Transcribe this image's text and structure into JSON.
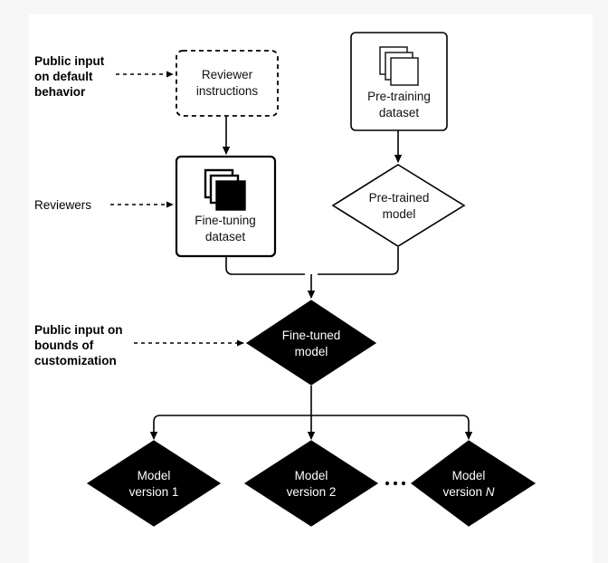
{
  "figure": {
    "title": "Model customization pipeline flow diagram",
    "background_color": "#f7f7f7",
    "canvas_color": "#ffffff",
    "ink_color": "#000000"
  },
  "side_labels": [
    {
      "name": "public-input-default-behavior",
      "lines": [
        "Public input",
        "on default",
        "behavior"
      ],
      "bold": true
    },
    {
      "name": "reviewers",
      "lines": [
        "Reviewers"
      ],
      "bold": false
    },
    {
      "name": "public-input-bounds-customization",
      "lines": [
        "Public input on",
        "bounds of",
        "customization"
      ],
      "bold": true
    }
  ],
  "nodes": {
    "reviewer_instructions": {
      "lines": [
        "Reviewer",
        "instructions"
      ],
      "shape": "rounded-rect-dashed",
      "fill": "#ffffff",
      "text_color": "#111111"
    },
    "pre_training_dataset": {
      "lines": [
        "Pre-training",
        "dataset"
      ],
      "shape": "rounded-rect",
      "fill": "#ffffff",
      "text_color": "#111111",
      "icon": "stacked-sheets-outline-icon"
    },
    "fine_tuning_dataset": {
      "lines": [
        "Fine-tuning",
        "dataset"
      ],
      "shape": "rounded-rect",
      "fill": "#ffffff",
      "text_color": "#111111",
      "icon": "stacked-sheets-filled-icon"
    },
    "pre_trained_model": {
      "lines": [
        "Pre-trained",
        "model"
      ],
      "shape": "diamond",
      "fill": "#ffffff",
      "text_color": "#111111"
    },
    "fine_tuned_model": {
      "lines": [
        "Fine-tuned",
        "model"
      ],
      "shape": "diamond",
      "fill": "#000000",
      "text_color": "#ffffff"
    },
    "model_version_1": {
      "lines": [
        "Model",
        "version 1"
      ],
      "shape": "diamond",
      "fill": "#000000",
      "text_color": "#ffffff"
    },
    "model_version_2": {
      "lines": [
        "Model",
        "version 2"
      ],
      "shape": "diamond",
      "fill": "#000000",
      "text_color": "#ffffff"
    },
    "model_version_n": {
      "lines": [
        "Model",
        "version "
      ],
      "italic_suffix": "N",
      "shape": "diamond",
      "fill": "#000000",
      "text_color": "#ffffff"
    },
    "ellipsis": {
      "text": "...",
      "dot_count": 3
    }
  },
  "edges": [
    {
      "name": "public-input-default-to-reviewer-instructions",
      "style": "dashed",
      "arrow": true
    },
    {
      "name": "reviewers-to-fine-tuning-dataset",
      "style": "dashed",
      "arrow": true
    },
    {
      "name": "public-input-bounds-to-fine-tuned-model",
      "style": "dashed",
      "arrow": true
    },
    {
      "name": "reviewer-instructions-to-fine-tuning-dataset",
      "style": "solid",
      "arrow": true
    },
    {
      "name": "pre-training-dataset-to-pre-trained-model",
      "style": "solid",
      "arrow": true
    },
    {
      "name": "fine-tuning-dataset-to-fine-tuned-model",
      "style": "solid",
      "arrow": true
    },
    {
      "name": "pre-trained-model-to-fine-tuned-model",
      "style": "solid",
      "arrow": true
    },
    {
      "name": "fine-tuned-model-to-model-version-1",
      "style": "solid",
      "arrow": true
    },
    {
      "name": "fine-tuned-model-to-model-version-2",
      "style": "solid",
      "arrow": true
    },
    {
      "name": "fine-tuned-model-to-model-version-n",
      "style": "solid",
      "arrow": true
    }
  ]
}
